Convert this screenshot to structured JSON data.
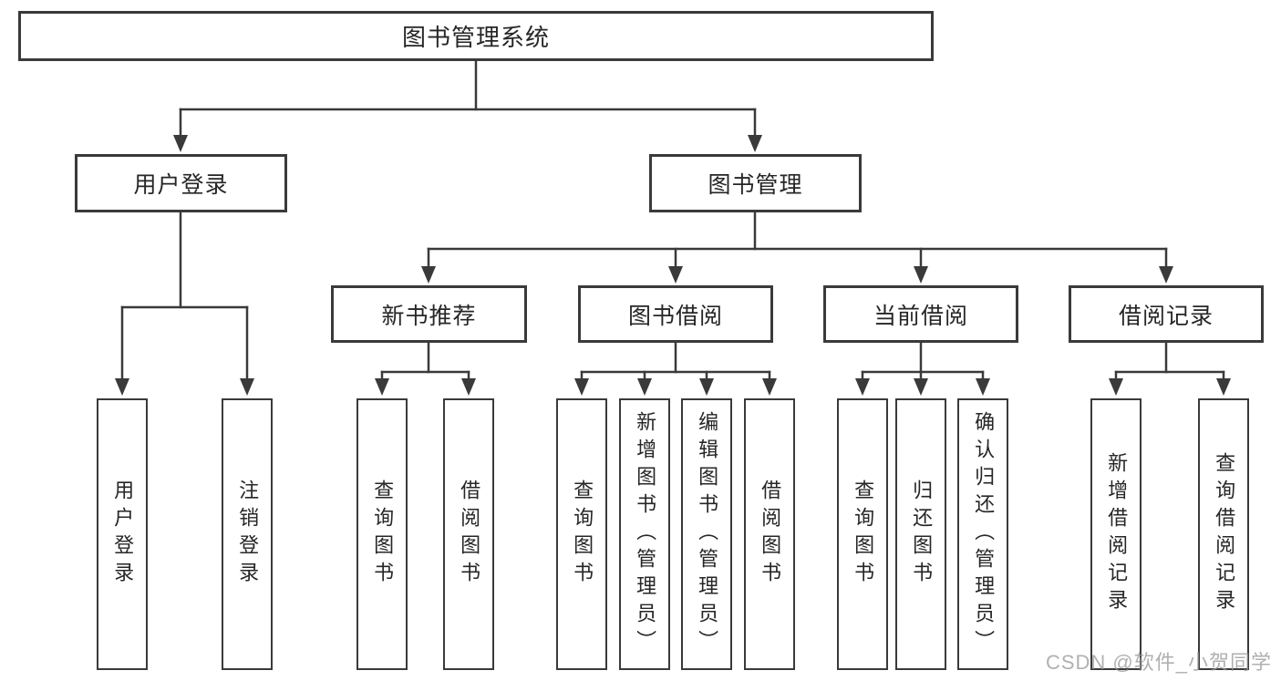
{
  "diagram": {
    "root": {
      "label": "图书管理系统"
    },
    "level2": [
      {
        "label": "用户登录",
        "parent": "图书管理系统"
      },
      {
        "label": "图书管理",
        "parent": "图书管理系统"
      }
    ],
    "level3": [
      {
        "label": "新书推荐",
        "parent": "图书管理"
      },
      {
        "label": "图书借阅",
        "parent": "图书管理"
      },
      {
        "label": "当前借阅",
        "parent": "图书管理"
      },
      {
        "label": "借阅记录",
        "parent": "图书管理"
      }
    ],
    "leaves": [
      {
        "label": "用户登录",
        "parent": "用户登录"
      },
      {
        "label": "注销登录",
        "parent": "用户登录"
      },
      {
        "label": "查询图书",
        "parent": "新书推荐"
      },
      {
        "label": "借阅图书",
        "parent": "新书推荐"
      },
      {
        "label": "查询图书",
        "parent": "图书借阅"
      },
      {
        "label": "新增图书（管理员）",
        "parent": "图书借阅"
      },
      {
        "label": "编辑图书（管理员）",
        "parent": "图书借阅"
      },
      {
        "label": "借阅图书",
        "parent": "图书借阅"
      },
      {
        "label": "查询图书",
        "parent": "当前借阅"
      },
      {
        "label": "归还图书",
        "parent": "当前借阅"
      },
      {
        "label": "确认归还（管理员）",
        "parent": "当前借阅"
      },
      {
        "label": "新增借阅记录",
        "parent": "借阅记录"
      },
      {
        "label": "查询借阅记录",
        "parent": "借阅记录"
      }
    ],
    "watermark": "CSDN @软件_小贺同学",
    "colors": {
      "line": "#3a3a3a",
      "box_border": "#3a3a3a",
      "background": "#ffffff",
      "text": "#262626",
      "watermark": "#969696"
    }
  }
}
